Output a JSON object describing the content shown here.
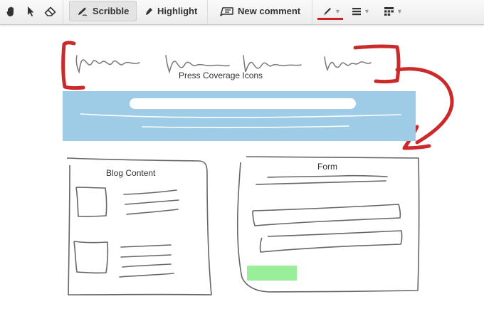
{
  "toolbar": {
    "tools": [
      {
        "icon": "hand-icon"
      },
      {
        "icon": "pointer-icon"
      },
      {
        "icon": "eraser-icon"
      }
    ],
    "scribble_label": "Scribble",
    "highlight_label": "Highlight",
    "new_comment_label": "New comment",
    "pen_color": "#cc2222",
    "active_tool": "Scribble"
  },
  "sketch": {
    "header_label": "Press Coverage Icons",
    "blog_label": "Blog Content",
    "form_label": "Form",
    "colors": {
      "annotation_red": "#cc2a2a",
      "banner_blue": "#9ecbe6",
      "button_green": "#99ee99",
      "ink": "#6e6e6e"
    }
  }
}
